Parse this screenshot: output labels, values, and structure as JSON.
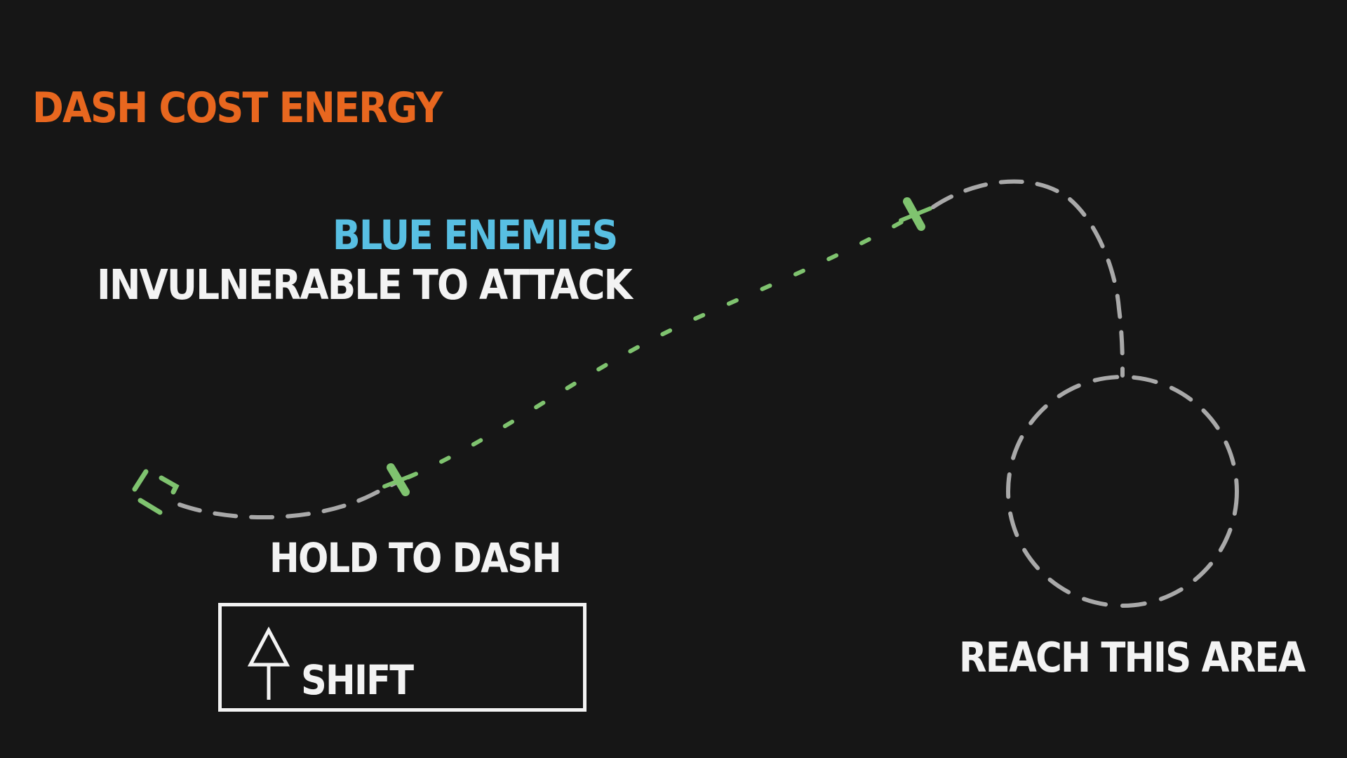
{
  "colors": {
    "background": "#161616",
    "energy_label": "#e8671f",
    "blue_enemy": "#58bfe2",
    "text": "#f3f3f3",
    "dash_path": "#7fc36f",
    "walk_path": "#a9a9a9"
  },
  "tutorial": {
    "energy_note": "DASH COST ENERGY",
    "enemy_type": "BLUE ENEMIES",
    "enemy_note": "INVULNERABLE TO ATTACK",
    "hold_instruction": "HOLD TO DASH",
    "goal_instruction": "REACH THIS AREA"
  },
  "key_prompt": {
    "key_label": "SHIFT",
    "key_icon": "shift-arrow-icon"
  }
}
